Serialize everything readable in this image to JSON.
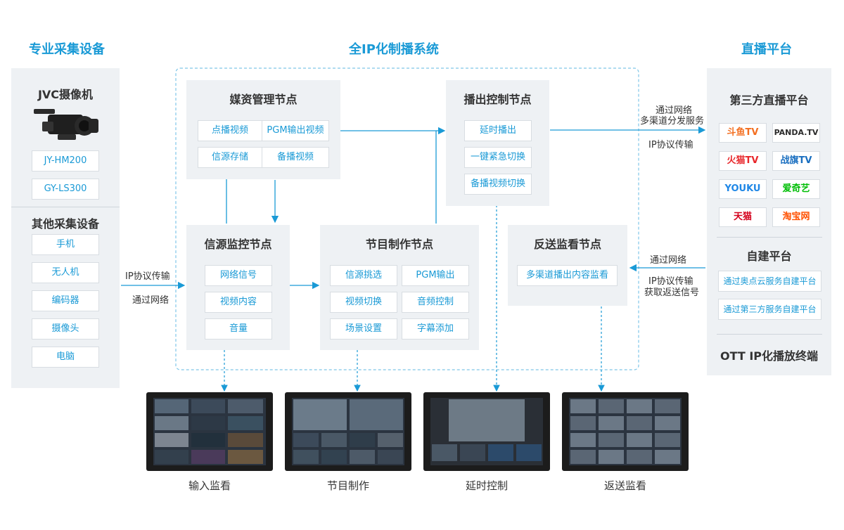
{
  "sections": {
    "capture": "专业采集设备",
    "system": "全IP化制播系统",
    "platform": "直播平台"
  },
  "left_panel": {
    "camera_title": "JVC摄像机",
    "camera_models": [
      "JY-HM200",
      "GY-LS300"
    ],
    "other_title": "其他采集设备",
    "other_devices": [
      "手机",
      "无人机",
      "编码器",
      "摄像头",
      "电脑"
    ]
  },
  "left_arrow_notes": {
    "top": "IP协议传输",
    "bottom": "通过网络"
  },
  "nodes": {
    "media": {
      "title": "媒资管理节点",
      "items": [
        "点播视频",
        "PGM输出视频",
        "信源存储",
        "备播视频"
      ]
    },
    "broadcast": {
      "title": "播出控制节点",
      "items": [
        "延时播出",
        "一键紧急切换",
        "备播视频切换"
      ]
    },
    "monitor_src": {
      "title": "信源监控节点",
      "items": [
        "网络信号",
        "视频内容",
        "音量"
      ]
    },
    "production": {
      "title": "节目制作节点",
      "items": [
        "信源挑选",
        "PGM输出",
        "视频切换",
        "音频控制",
        "场景设置",
        "字幕添加"
      ]
    },
    "return": {
      "title": "反送监看节点",
      "items": [
        "多渠道播出内容监看"
      ]
    }
  },
  "right_arrow_notes": {
    "top_1": "通过网络",
    "top_2": "多渠道分发服务",
    "top_3": "IP协议传输",
    "bottom_1": "通过网络",
    "bottom_2": "IP协议传输",
    "bottom_3": "获取返送信号"
  },
  "right_panel": {
    "third_party_title": "第三方直播平台",
    "logos": [
      {
        "text": "斗鱼TV",
        "color": "#f36f21"
      },
      {
        "text": "PANDA.TV",
        "color": "#2b2b2b"
      },
      {
        "text": "火猫TV",
        "color": "#e8262a"
      },
      {
        "text": "战旗TV",
        "color": "#1a6fc0"
      },
      {
        "text": "YOUKU",
        "color": "#1f87e6"
      },
      {
        "text": "爱奇艺",
        "color": "#00be06"
      },
      {
        "text": "天猫",
        "color": "#d4001c"
      },
      {
        "text": "淘宝网",
        "color": "#ff5000"
      }
    ],
    "self_built_title": "自建平台",
    "self_built_items": [
      "通过奥点云服务自建平台",
      "通过第三方服务自建平台"
    ],
    "ott_title": "OTT IP化播放终端"
  },
  "monitors": [
    {
      "label": "输入监看"
    },
    {
      "label": "节目制作"
    },
    {
      "label": "延时控制"
    },
    {
      "label": "返送监看"
    }
  ],
  "colors": {
    "accent": "#1a9ad6",
    "panel_bg": "#eef1f4"
  }
}
